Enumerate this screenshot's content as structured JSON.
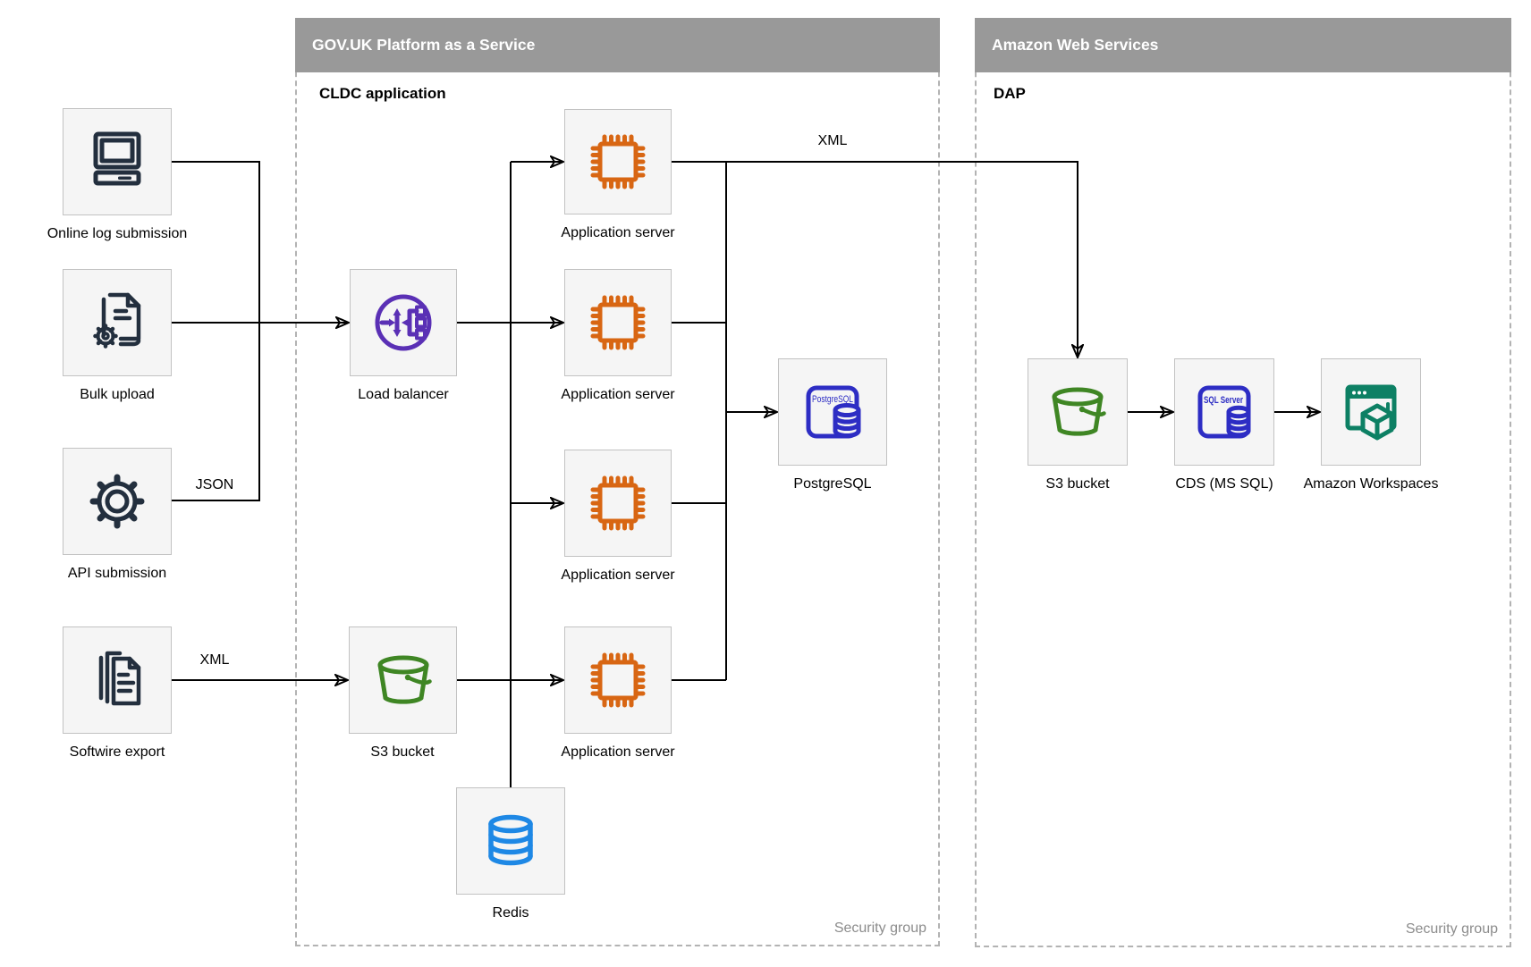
{
  "sources": [
    {
      "label": "Online log submission"
    },
    {
      "label": "Bulk upload"
    },
    {
      "label": "API submission"
    },
    {
      "label": "Softwire export"
    }
  ],
  "paas": {
    "title": "GOV.UK Platform as a Service",
    "subtitle": "CLDC application",
    "security_group_label": "Security group",
    "nodes": {
      "load_balancer": {
        "label": "Load balancer"
      },
      "s3_bucket": {
        "label": "S3 bucket"
      },
      "app_servers": [
        {
          "label": "Application server"
        },
        {
          "label": "Application server"
        },
        {
          "label": "Application server"
        },
        {
          "label": "Application server"
        }
      ],
      "postgresql": {
        "label": "PostgreSQL",
        "icon_text": "PostgreSQL"
      },
      "redis": {
        "label": "Redis"
      }
    }
  },
  "aws": {
    "title": "Amazon Web Services",
    "subtitle": "DAP",
    "security_group_label": "Security group",
    "nodes": {
      "s3_bucket": {
        "label": "S3 bucket"
      },
      "cds": {
        "label": "CDS (MS SQL)",
        "icon_text": "SQL Server"
      },
      "workspaces": {
        "label": "Amazon Workspaces"
      }
    }
  },
  "edge_labels": {
    "bulk_json": "JSON",
    "softwire_xml": "XML",
    "app_to_dap_xml": "XML"
  },
  "colors": {
    "header_bg": "#999999",
    "node_bg": "#f5f5f5",
    "node_border": "#c2c2c2",
    "dark_icon": "#232f3e",
    "load_balancer_purple": "#5a30b5",
    "app_server_orange": "#d86613",
    "bucket_green": "#3f8624",
    "database_indigo": "#2d2dc4",
    "workspaces_teal": "#0d8064",
    "redis_blue": "#1e88e5",
    "edge_line": "#000000",
    "muted_text": "#8c8c8c"
  }
}
